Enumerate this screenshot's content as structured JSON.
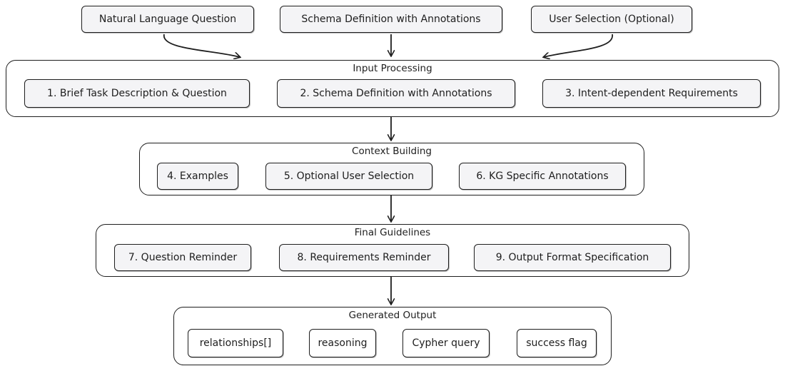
{
  "inputs": {
    "natural_language_question": "Natural Language Question",
    "schema_definition": "Schema Definition with Annotations",
    "user_selection": "User Selection (Optional)"
  },
  "input_processing": {
    "title": "Input Processing",
    "items": [
      "1. Brief Task Description & Question",
      "2. Schema Definition with Annotations",
      "3. Intent-dependent Requirements"
    ]
  },
  "context_building": {
    "title": "Context Building",
    "items": [
      "4. Examples",
      "5. Optional User Selection",
      "6. KG Specific Annotations"
    ]
  },
  "final_guidelines": {
    "title": "Final Guidelines",
    "items": [
      "7. Question Reminder",
      "8. Requirements Reminder",
      "9. Output Format Specification"
    ]
  },
  "generated_output": {
    "title": "Generated Output",
    "items": [
      "relationships[]",
      "reasoning",
      "Cypher query",
      "success flag"
    ]
  },
  "colors": {
    "stroke": "#1e1e1e",
    "node_fill": "#f4f4f6",
    "background": "#ffffff"
  }
}
